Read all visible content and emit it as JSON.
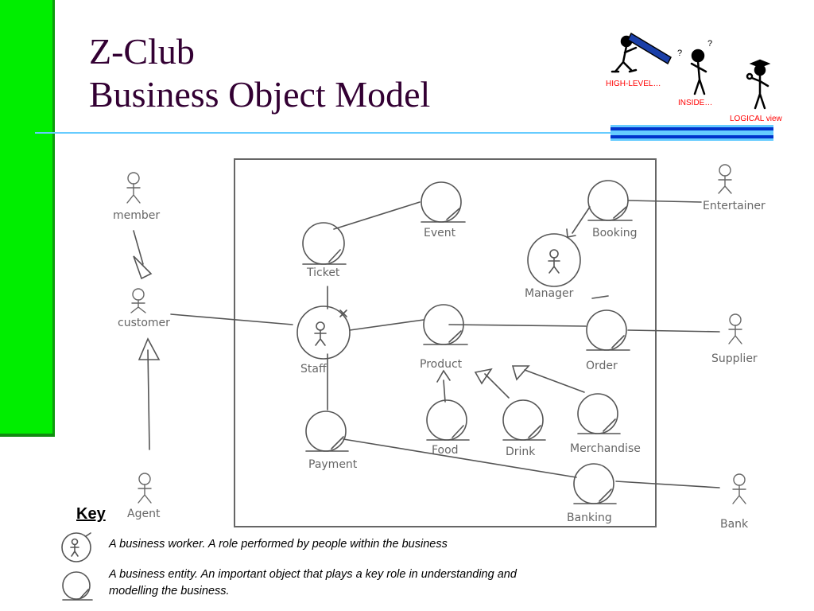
{
  "slide": {
    "title_line1": "Z-Club",
    "title_line2": "Business Object Model"
  },
  "views": {
    "high_level": "HIGH-LEVEL…",
    "inside": "INSIDE…",
    "logical": "LOGICAL view"
  },
  "diagram": {
    "actors": {
      "member": "member",
      "customer": "customer",
      "agent": "Agent",
      "entertainer": "Entertainer",
      "supplier": "Supplier",
      "bank": "Bank"
    },
    "workers": {
      "staff": "Staff",
      "manager": "Manager"
    },
    "entities": {
      "event": "Event",
      "booking": "Booking",
      "ticket": "Ticket",
      "product": "Product",
      "order": "Order",
      "payment": "Payment",
      "food": "Food",
      "drink": "Drink",
      "merchandise": "Merchandise",
      "banking": "Banking"
    }
  },
  "key": {
    "title": "Key",
    "worker_desc": "A business worker. A role performed by people within the business",
    "entity_desc": "A business entity. An important object that plays a key role in understanding and modelling the business."
  }
}
